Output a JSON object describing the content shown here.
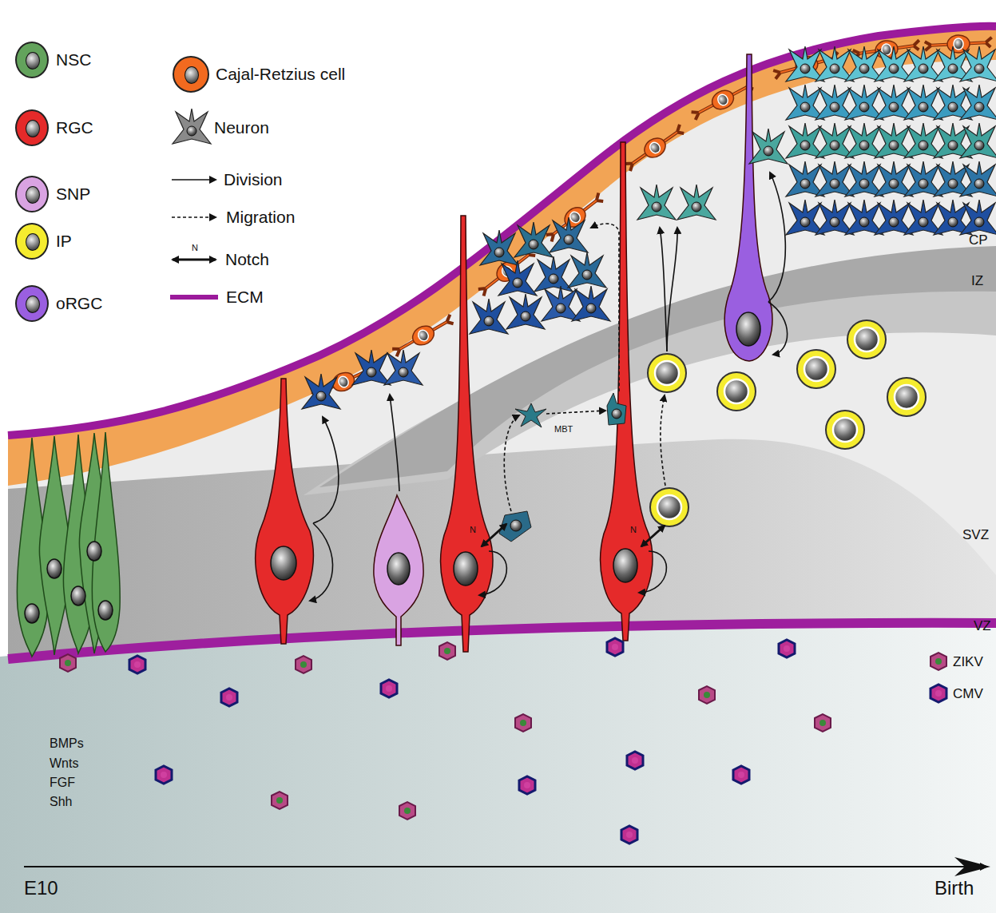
{
  "diagram": {
    "labels": [
      "CP",
      "IZ",
      "SVZ",
      "VZ",
      "BMPs",
      "Wnts",
      "FGF",
      "Shh",
      "MBT",
      "N",
      "N",
      "N",
      "E10",
      "Birth"
    ],
    "legend": [
      {
        "text": "NSC",
        "color": "#63a35c"
      },
      {
        "text": "RGC",
        "color": "#e52a2a"
      },
      {
        "text": "SNP",
        "color": "#d9a3e2"
      },
      {
        "text": "IP",
        "color": "#f5ec2f"
      },
      {
        "text": "oRGC",
        "color": "#9a5fe0"
      },
      {
        "text": "Cajal-Retzius cell",
        "color": "#f26a1f"
      },
      {
        "text": "Neuron"
      },
      {
        "text": "Division"
      },
      {
        "text": "Migration"
      },
      {
        "text": "Notch"
      },
      {
        "text": "ECM"
      },
      {
        "text": "ZIKV"
      },
      {
        "text": "CMV"
      }
    ]
  }
}
